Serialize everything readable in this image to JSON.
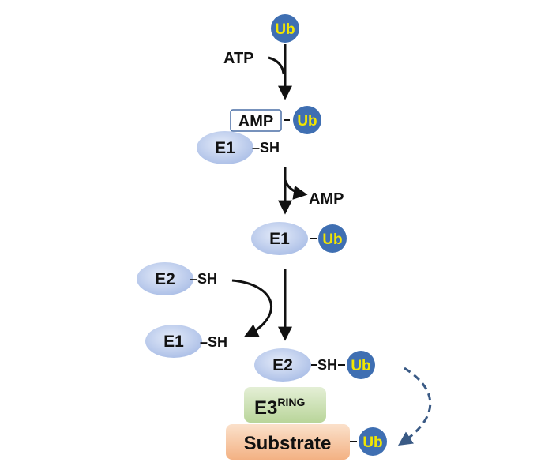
{
  "labels": {
    "ub": "Ub",
    "atp": "ATP",
    "amp": "AMP",
    "e1": "E1",
    "e2": "E2",
    "sh": "SH",
    "dash_sh": "–SH",
    "e3": "E3",
    "ring": "RING",
    "substrate": "Substrate"
  },
  "colors": {
    "ub_fill": "#3f6fb2",
    "ub_text": "#f2e600",
    "enzyme_fill": "#c3d1ee",
    "e3_fill": "#cfe2b8",
    "substrate_fill": "#f7c7a0",
    "amp_border": "#4a6fa5",
    "arrow": "#111111",
    "dashed_arrow": "#3a5a85"
  }
}
